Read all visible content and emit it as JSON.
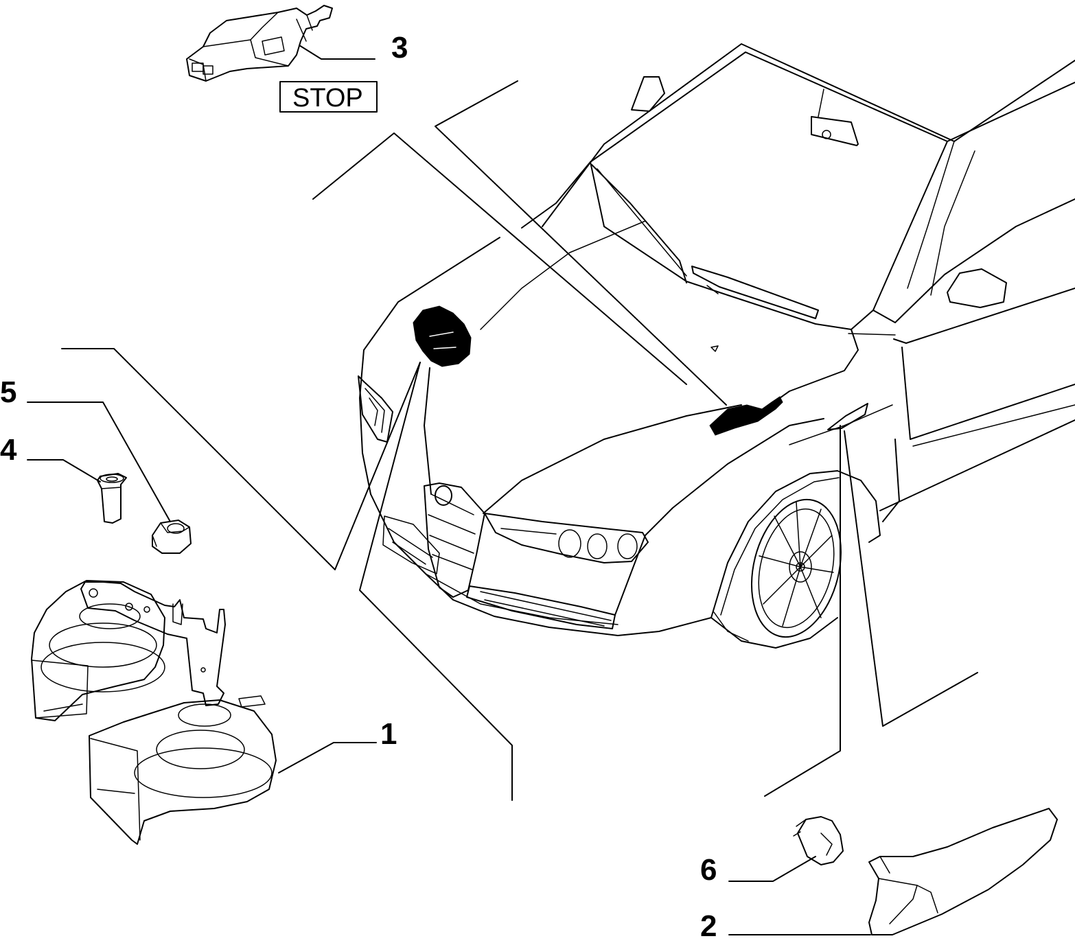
{
  "callouts": {
    "c1": "1",
    "c2": "2",
    "c3": "3",
    "c4": "4",
    "c5": "5",
    "c6": "6"
  },
  "stop_label": "STOP"
}
